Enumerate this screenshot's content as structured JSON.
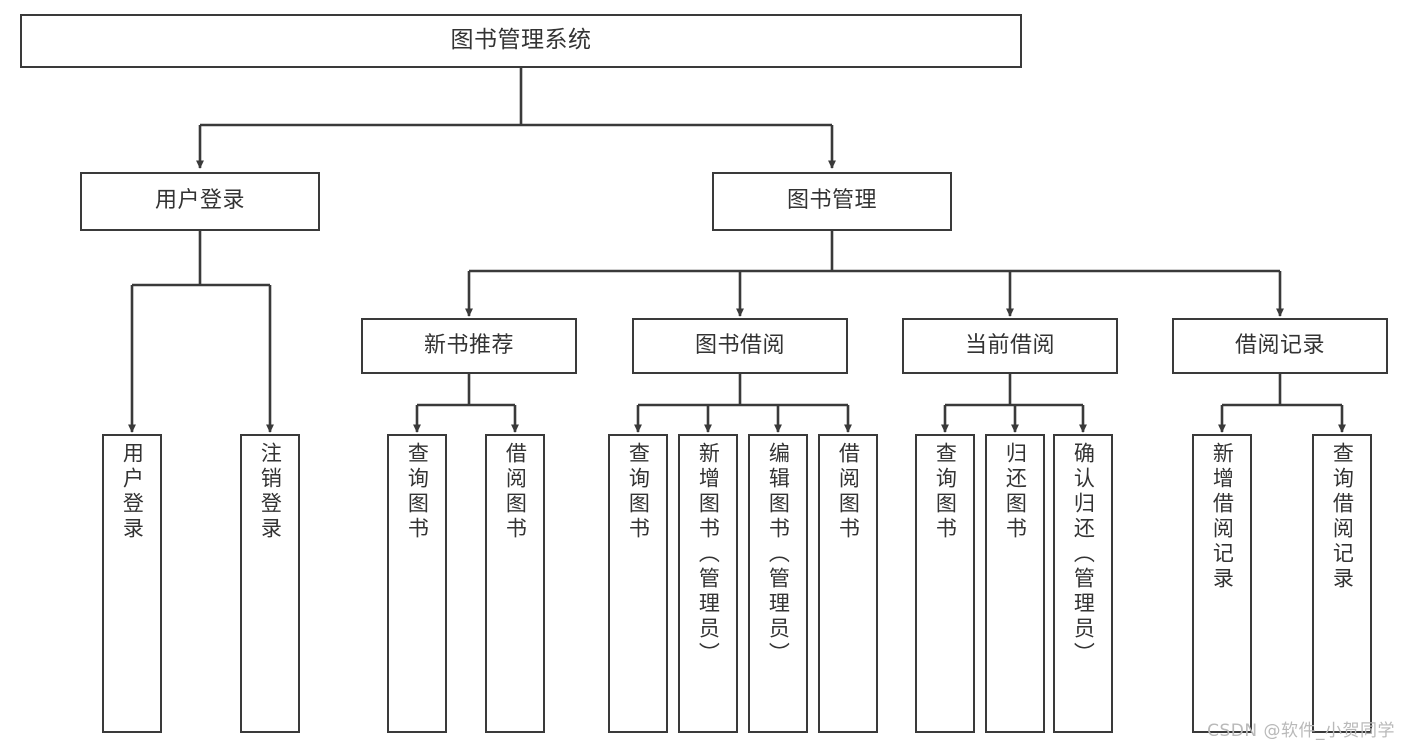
{
  "diagram": {
    "title": "图书管理系统",
    "type": "tree-hierarchy-diagram",
    "watermark": "CSDN @软件_小贺同学",
    "colors": {
      "box_border": "#3a3a3a",
      "box_fill": "#ffffff",
      "text": "#333333",
      "connector": "#3a3a3a",
      "watermark": "#b9b9b9",
      "background": "#ffffff"
    },
    "levels": {
      "root": {
        "label": "图书管理系统"
      },
      "level2": [
        {
          "id": "user-login",
          "label": "用户登录"
        },
        {
          "id": "book-management",
          "label": "图书管理"
        }
      ],
      "level3": [
        {
          "id": "new-book-recommend",
          "label": "新书推荐",
          "parent": "book-management"
        },
        {
          "id": "book-borrow",
          "label": "图书借阅",
          "parent": "book-management"
        },
        {
          "id": "current-borrow",
          "label": "当前借阅",
          "parent": "book-management"
        },
        {
          "id": "borrow-record",
          "label": "借阅记录",
          "parent": "book-management"
        }
      ],
      "leaves": {
        "user_login": [
          {
            "id": "leaf-user-login",
            "label": "用户登录"
          },
          {
            "id": "leaf-logout-login",
            "label": "注销登录"
          }
        ],
        "new_book_recommend": [
          {
            "id": "leaf-query-book-1",
            "label": "查询图书"
          },
          {
            "id": "leaf-borrow-book-1",
            "label": "借阅图书"
          }
        ],
        "book_borrow": [
          {
            "id": "leaf-query-book-2",
            "label": "查询图书"
          },
          {
            "id": "leaf-add-book",
            "label": "新增图书（管理员）"
          },
          {
            "id": "leaf-edit-book",
            "label": "编辑图书（管理员）"
          },
          {
            "id": "leaf-borrow-book-2",
            "label": "借阅图书"
          }
        ],
        "current_borrow": [
          {
            "id": "leaf-query-book-3",
            "label": "查询图书"
          },
          {
            "id": "leaf-return-book",
            "label": "归还图书"
          },
          {
            "id": "leaf-confirm-return",
            "label": "确认归还（管理员）"
          }
        ],
        "borrow_record": [
          {
            "id": "leaf-add-record",
            "label": "新增借阅记录"
          },
          {
            "id": "leaf-query-record",
            "label": "查询借阅记录"
          }
        ]
      }
    }
  }
}
